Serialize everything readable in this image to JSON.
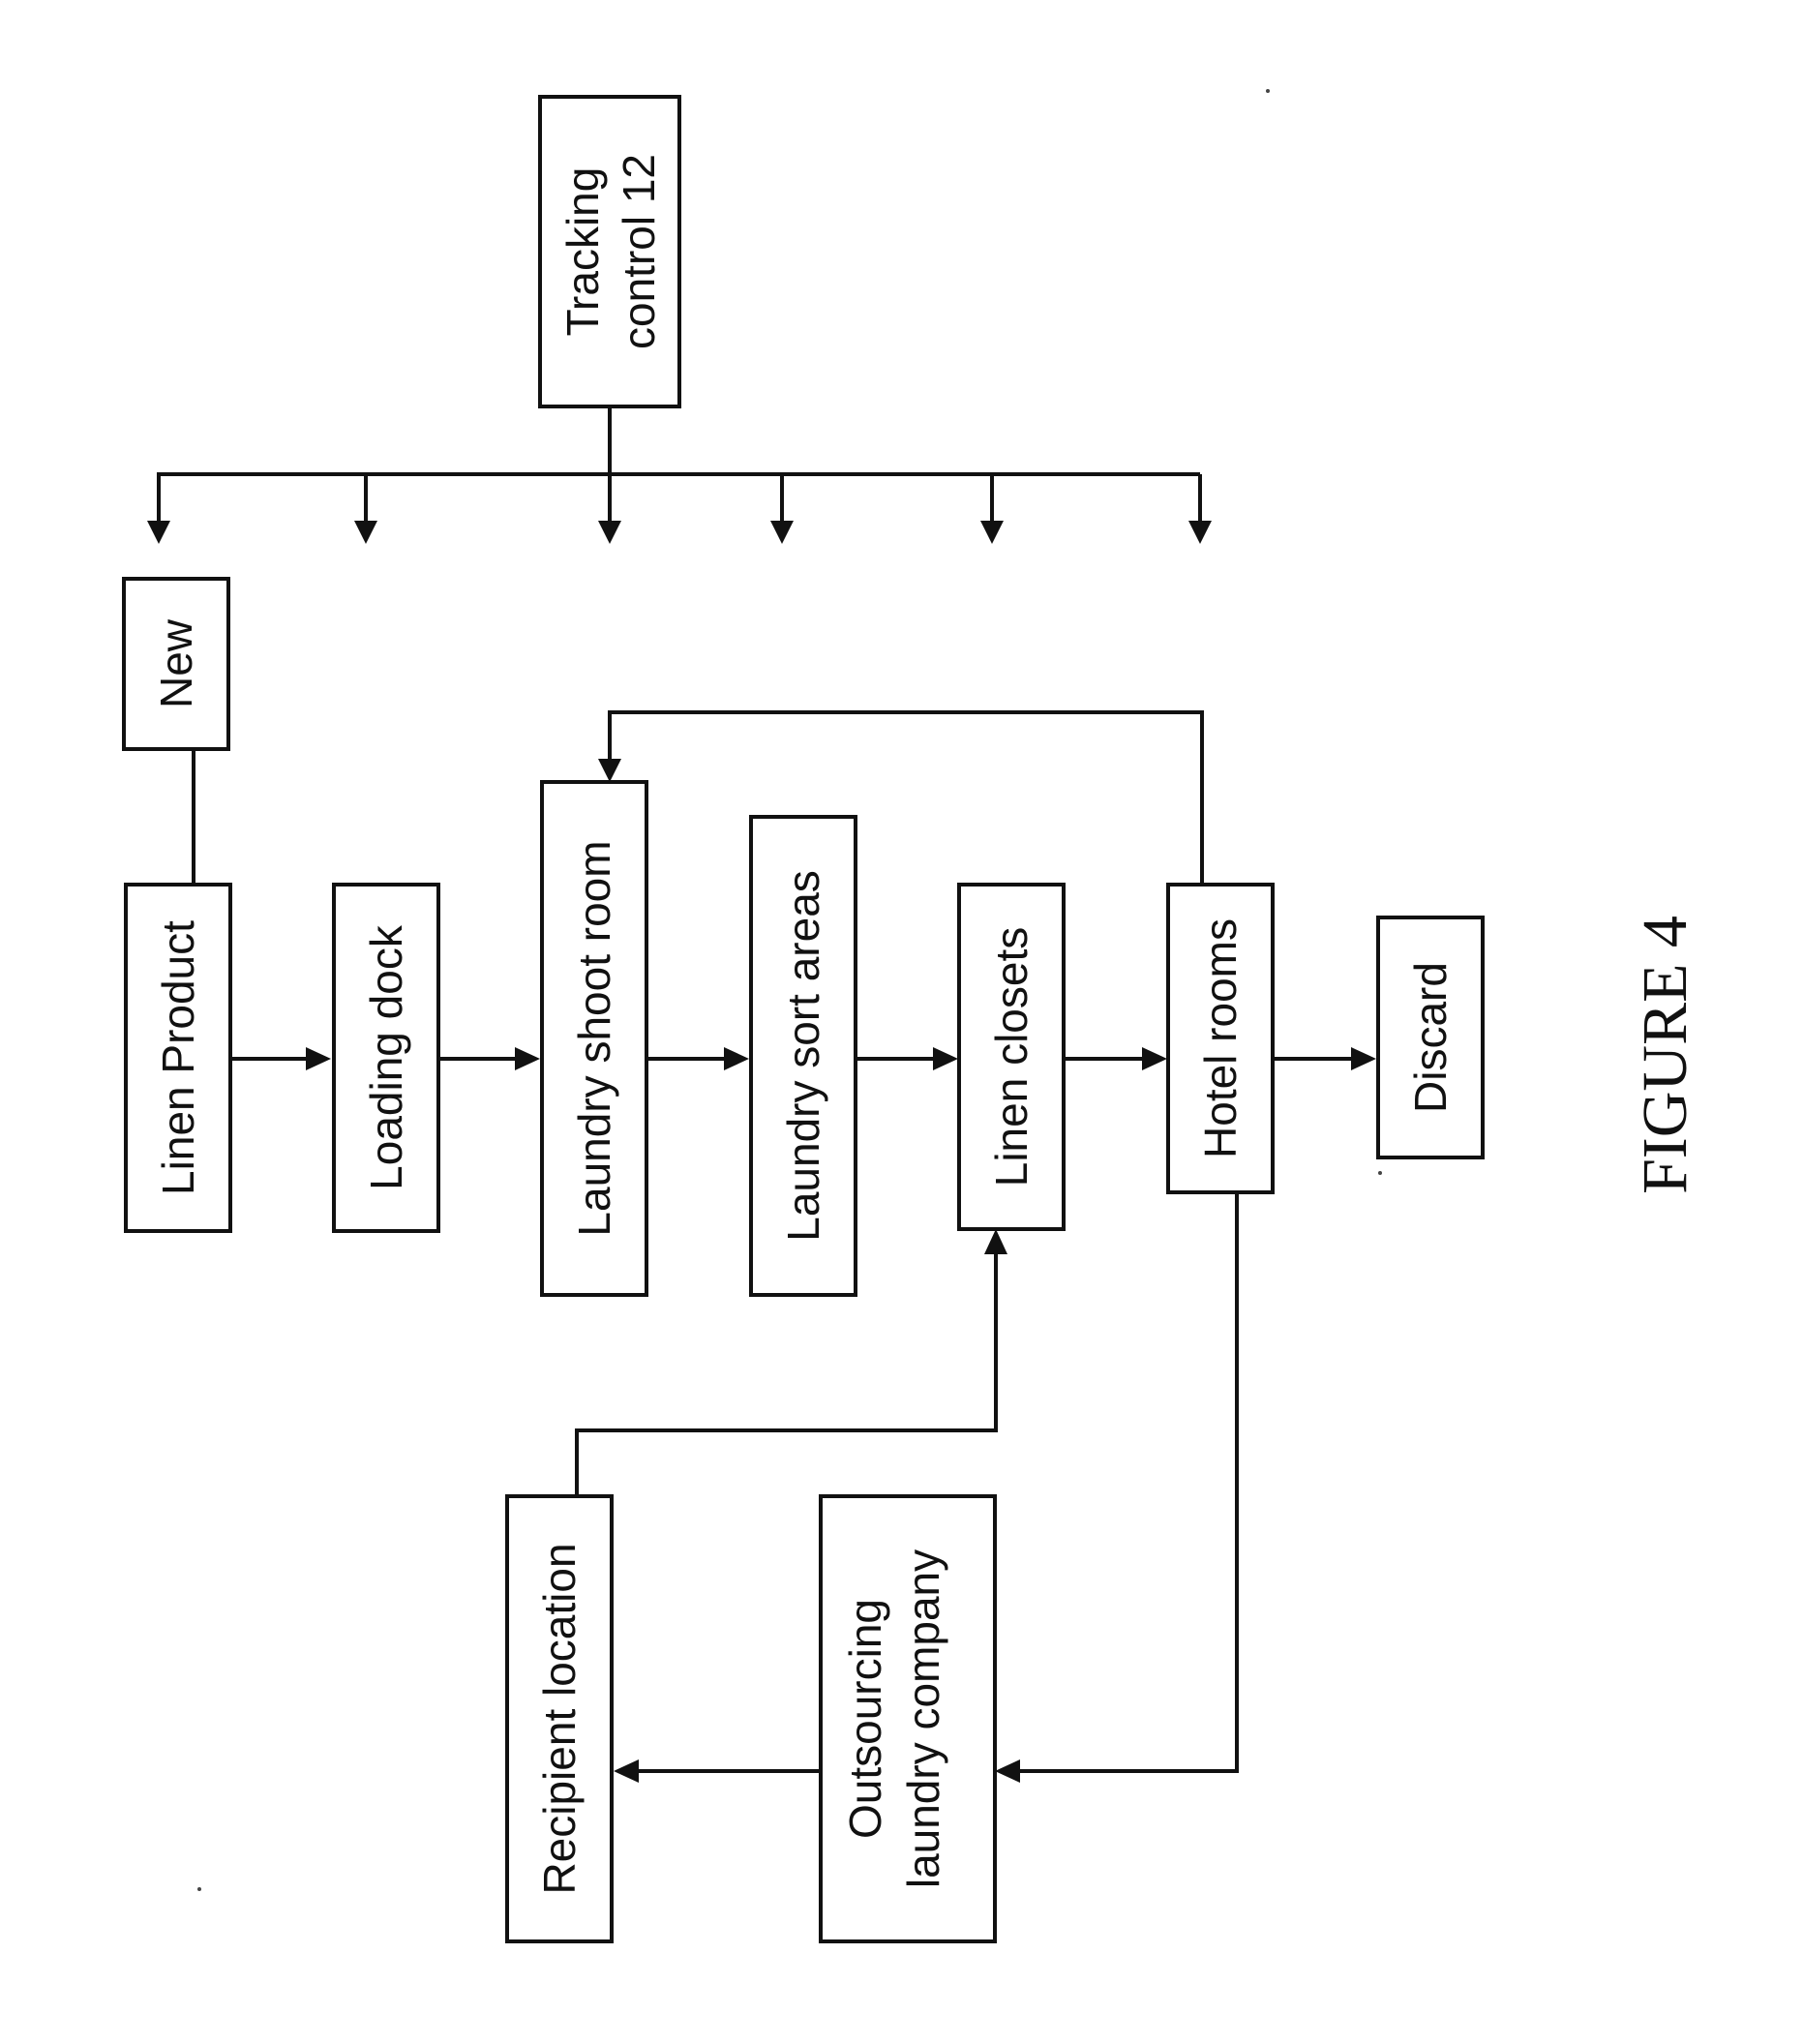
{
  "figure_label": "FIGURE 4",
  "boxes": {
    "tracking_control": {
      "line1": "Tracking",
      "line2": "control 12"
    },
    "new": {
      "label": "New"
    },
    "linen_product": {
      "label": "Linen Product"
    },
    "loading_dock": {
      "label": "Loading dock"
    },
    "laundry_shoot_room": {
      "label": "Laundry shoot room"
    },
    "laundry_sort_areas": {
      "label": "Laundry sort areas"
    },
    "linen_closets": {
      "label": "Linen closets"
    },
    "hotel_rooms": {
      "label": "Hotel rooms"
    },
    "discard": {
      "label": "Discard"
    },
    "recipient_location": {
      "label": "Recipient location"
    },
    "outsourcing_laundry_company": {
      "line1": "Outsourcing",
      "line2": "laundry company"
    }
  }
}
